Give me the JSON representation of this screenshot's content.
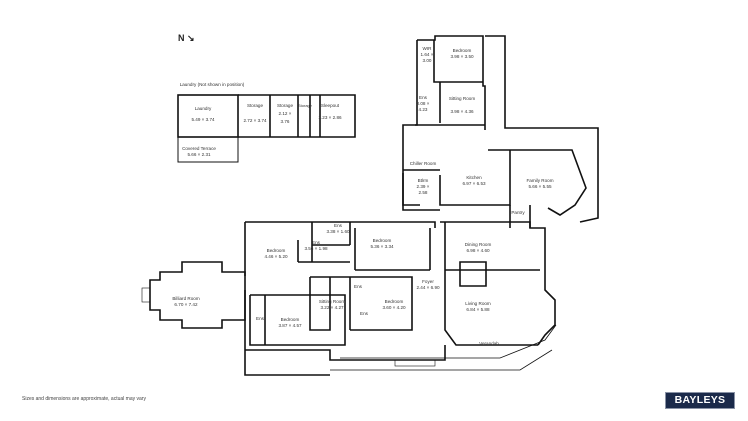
{
  "north_label": "N",
  "laundry_note": "Laundry (Not shown in position)",
  "rooms": {
    "laundry": {
      "name": "Laundry",
      "size": "5.49 × 3.74"
    },
    "storage1": {
      "name": "Storage",
      "size": "2.72 × 3.74"
    },
    "storage2": {
      "name": "Storage",
      "size": "2.12 ×",
      "size2": "3.76"
    },
    "storage3": {
      "name": "Storage"
    },
    "sleepout": {
      "name": "Sleepout",
      "size": "3.23 × 2.86"
    },
    "covered_terrace": {
      "name": "Covered Terrace",
      "size": "5.66 × 2.31"
    },
    "wir": {
      "name": "WIR",
      "size": "1.64 ×",
      "size2": "3.00"
    },
    "bedroom_top": {
      "name": "Bedroom",
      "size": "3.98 × 3.50"
    },
    "ens_top": {
      "name": "Ens",
      "size": "3.08 ×",
      "size2": "4.23"
    },
    "sitting_top": {
      "name": "Sitting Room",
      "size": "3.98 × 4.36"
    },
    "chiller": {
      "name": "Chiller Room"
    },
    "btlrm": {
      "name": "Btlrm",
      "size": "2.39 ×",
      "size2": "2.58"
    },
    "kitchen": {
      "name": "Kitchen",
      "size": "6.97 × 6.53"
    },
    "family": {
      "name": "Family Room",
      "size": "5.66 × 5.55"
    },
    "pantry": {
      "name": "Pantry"
    },
    "ens_a": {
      "name": "Ens",
      "size": "3.38 × 1.60"
    },
    "ens_b": {
      "name": "Ens",
      "size": "3.56 × 1.98"
    },
    "bedroom_a": {
      "name": "Bedroom",
      "size": "4.46 × 5.20"
    },
    "bedroom_b": {
      "name": "Bedroom",
      "size": "5.36 × 3.34"
    },
    "dining": {
      "name": "Dining Room",
      "size": "6.98 × 4.60"
    },
    "foyer": {
      "name": "Foyer",
      "size": "2.44 × 6.90"
    },
    "living": {
      "name": "Living Room",
      "size": "6.84 × 5.88"
    },
    "billiard": {
      "name": "Billiard Room",
      "size": "6.70 × 7.42"
    },
    "sitting_b": {
      "name": "Sitting Room",
      "size": "3.22 × 4.27"
    },
    "ens_c": {
      "name": "Ens"
    },
    "ens_d": {
      "name": "Ens"
    },
    "bedroom_c": {
      "name": "Bedroom",
      "size": "3.60 × 4.20"
    },
    "ens_e": {
      "name": "Ens"
    },
    "bedroom_d": {
      "name": "Bedroom",
      "size": "3.87 × 4.57"
    },
    "verandah": {
      "name": "Verandah"
    }
  },
  "disclaimer": "Sizes and dimensions are approximate, actual may vary",
  "brand": "BAYLEYS",
  "colors": {
    "wall": "#111111",
    "brand_bg": "#1b2a4a"
  }
}
